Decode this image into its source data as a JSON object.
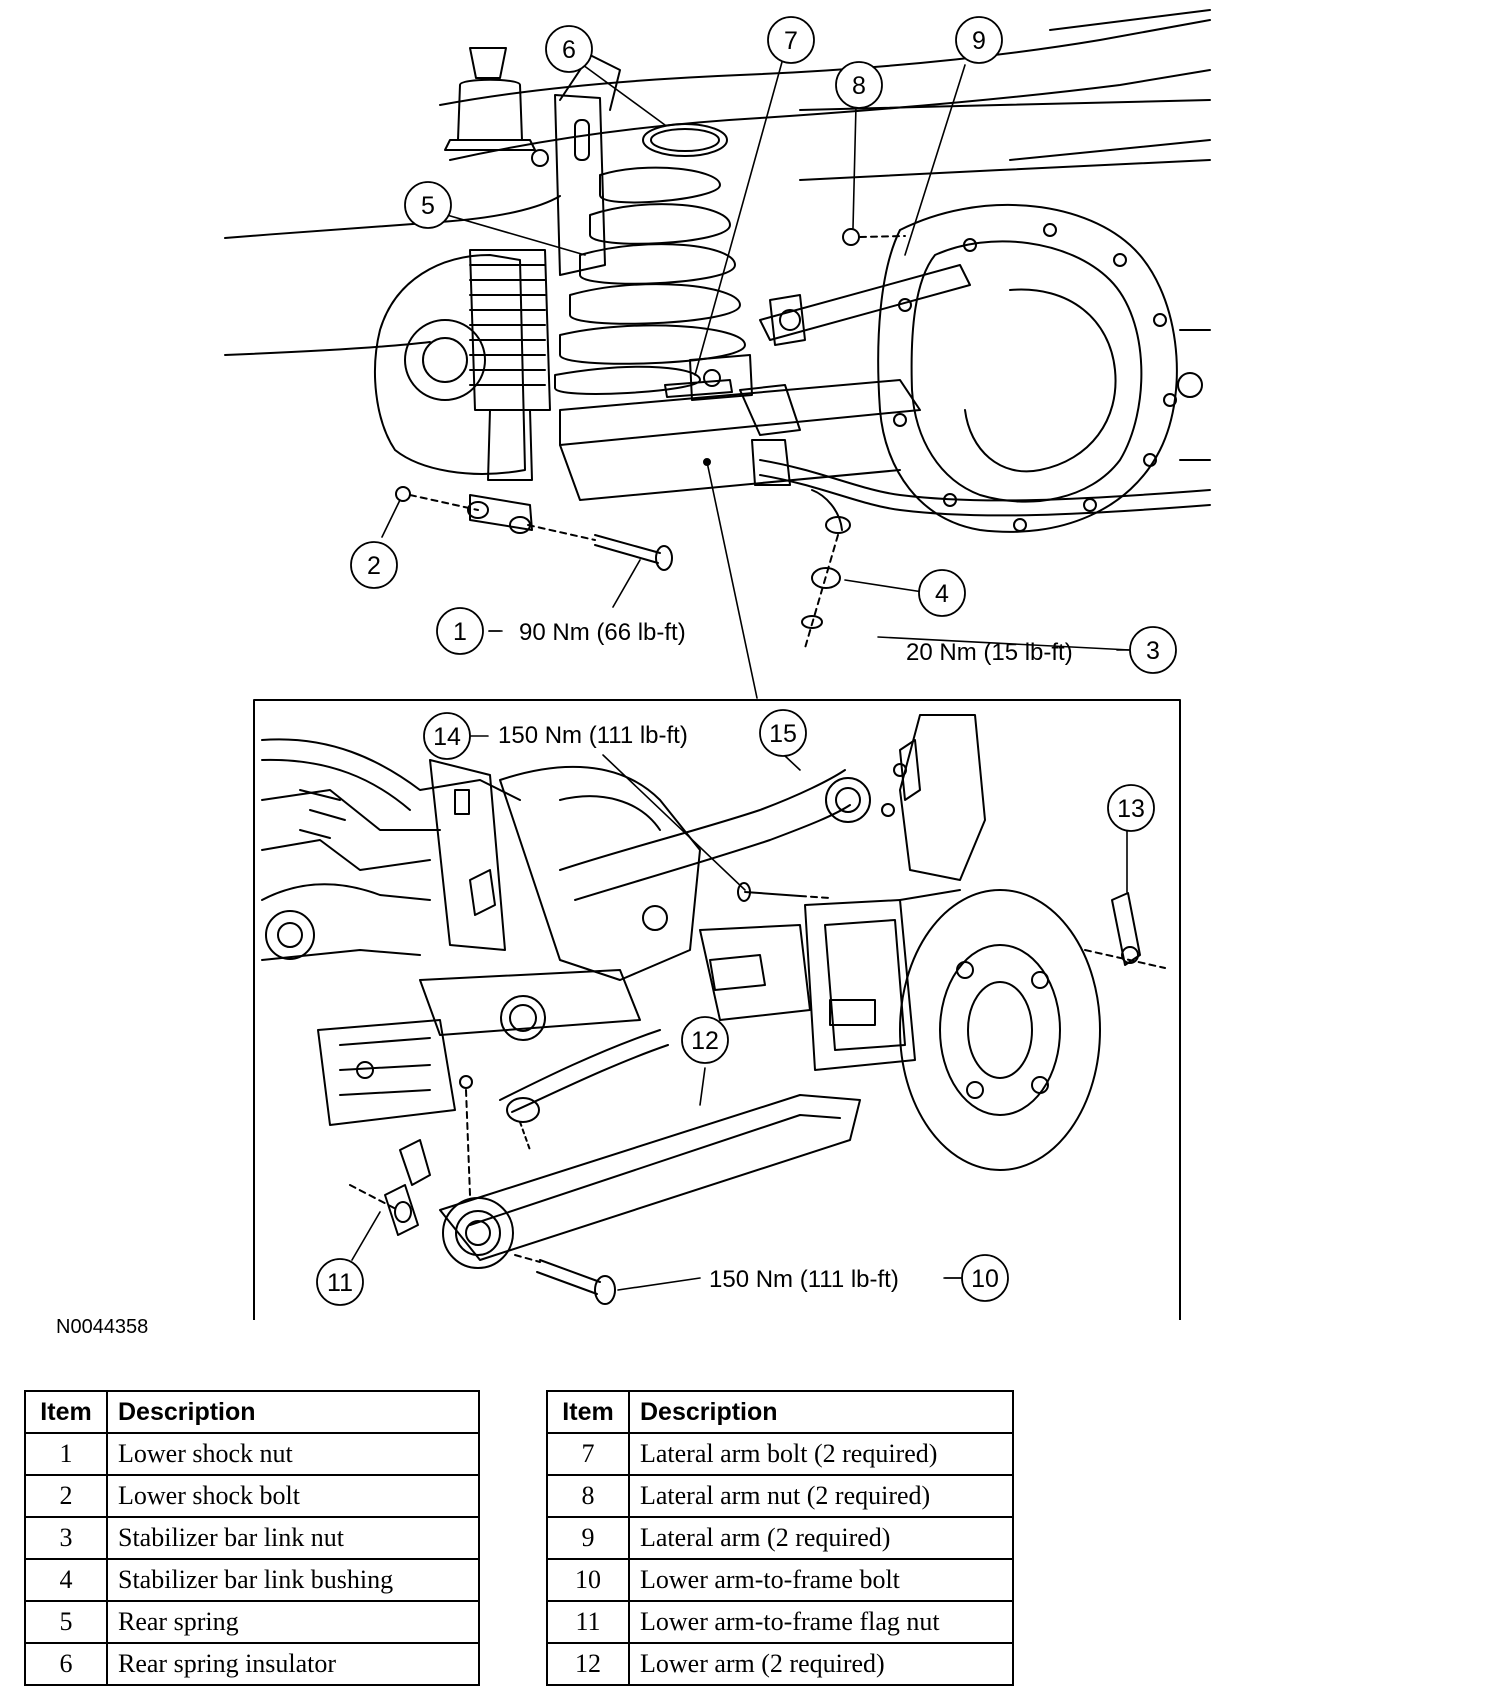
{
  "figure_id": "N0044358",
  "callouts": [
    "1",
    "2",
    "3",
    "4",
    "5",
    "6",
    "7",
    "8",
    "9",
    "10",
    "11",
    "12",
    "13",
    "14",
    "15"
  ],
  "torque_specs": {
    "item1": "90 Nm (66 lb-ft)",
    "item3": "20 Nm (15 lb-ft)",
    "item14": "150 Nm (111 lb-ft)",
    "item10": "150 Nm (111 lb-ft)"
  },
  "legend_headers": {
    "item": "Item",
    "description": "Description"
  },
  "legend_left": [
    {
      "item": "1",
      "description": "Lower shock nut"
    },
    {
      "item": "2",
      "description": "Lower shock bolt"
    },
    {
      "item": "3",
      "description": "Stabilizer bar link nut"
    },
    {
      "item": "4",
      "description": "Stabilizer bar link bushing"
    },
    {
      "item": "5",
      "description": "Rear spring"
    },
    {
      "item": "6",
      "description": "Rear spring insulator"
    }
  ],
  "legend_right": [
    {
      "item": "7",
      "description": "Lateral arm bolt (2 required)"
    },
    {
      "item": "8",
      "description": "Lateral arm nut (2 required)"
    },
    {
      "item": "9",
      "description": "Lateral arm (2 required)"
    },
    {
      "item": "10",
      "description": "Lower arm-to-frame bolt"
    },
    {
      "item": "11",
      "description": "Lower arm-to-frame flag nut"
    },
    {
      "item": "12",
      "description": "Lower arm (2 required)"
    }
  ]
}
